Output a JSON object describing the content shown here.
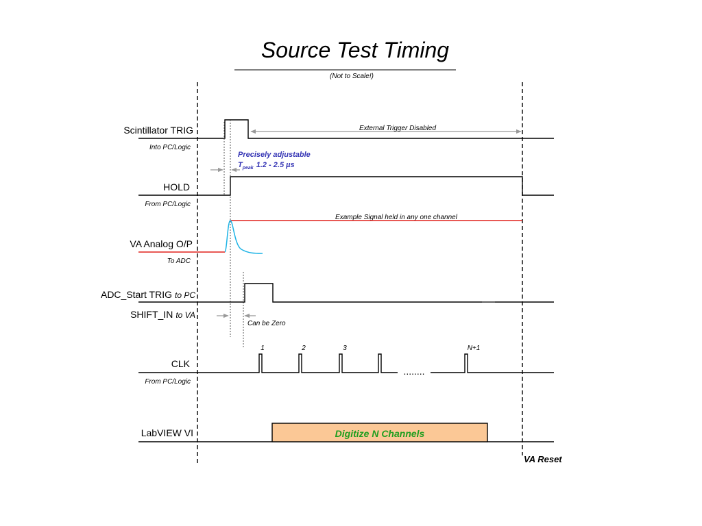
{
  "title": "Source Test Timing",
  "subtitle": "(Not to Scale!)",
  "rows": {
    "scintillator": {
      "label": "Scintillator TRIG",
      "sublabel": "Into PC/Logic"
    },
    "hold": {
      "label": "HOLD",
      "sublabel": "From PC/Logic"
    },
    "va_analog": {
      "label": "VA Analog O/P",
      "sublabel": "To ADC"
    },
    "adc_start": {
      "label": "ADC_Start TRIG",
      "suffix": "to PC"
    },
    "shift_in": {
      "label": "SHIFT_IN",
      "suffix": "to VA"
    },
    "clk": {
      "label": "CLK",
      "sublabel": "From PC/Logic"
    },
    "labview": {
      "label": "LabVIEW VI"
    }
  },
  "annotations": {
    "trigger_disabled": "External Trigger Disabled",
    "adjustable": "Precisely adjustable",
    "tpeak_symbol": "T",
    "tpeak_sub": "peak",
    "tpeak_range": "1.2 - 2.5 µs",
    "example_signal": "Example Signal held in any one channel",
    "can_be_zero": "Can be Zero",
    "digitize": "Digitize N Channels",
    "va_reset": "VA Reset"
  },
  "clk_pulses": [
    "1",
    "2",
    "3",
    "N+1"
  ],
  "clk_ellipsis": "........",
  "colors": {
    "adjustable_text": "#3535b5",
    "held_signal": "#e0201b",
    "analog_pulse": "#1fb4e6",
    "digitize_box": "#fbc896",
    "digitize_text": "#1f9e1f"
  }
}
